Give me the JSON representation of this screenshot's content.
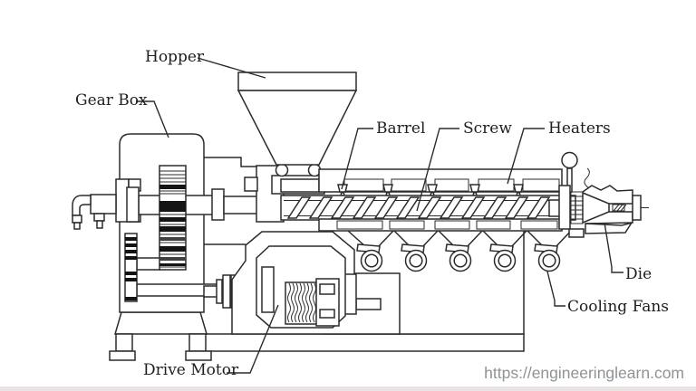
{
  "diagram": {
    "subject": "Single screw extruder machine diagram",
    "labels": {
      "hopper": "Hopper",
      "gear_box": "Gear Box",
      "barrel": "Barrel",
      "screw": "Screw",
      "heaters": "Heaters",
      "die": "Die",
      "cooling_fans": "Cooling Fans",
      "drive_motor": "Drive Motor"
    }
  },
  "watermark": {
    "text": "https://engineeringlearn.com"
  },
  "colors": {
    "background": "#ffffff",
    "line": "#2b2b2b",
    "label_text": "#1e1e1e",
    "watermark_text": "#8f9296",
    "footer_strip": "#e9e3e3"
  }
}
